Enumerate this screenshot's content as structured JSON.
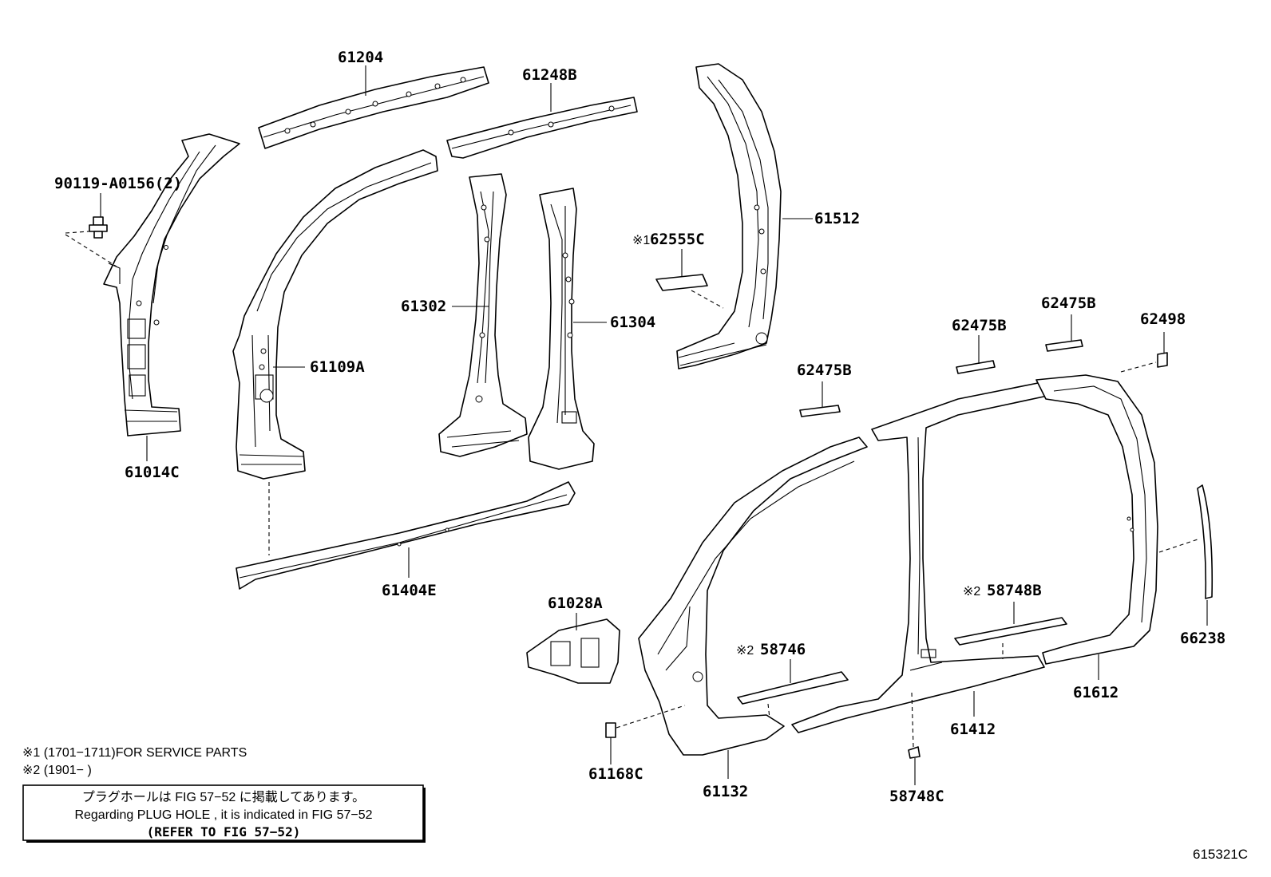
{
  "labels": {
    "p61204": "61204",
    "p61248B": "61248B",
    "p90119": "90119-A0156(2)",
    "p61512": "61512",
    "p62555C": "62555C",
    "p62555C_mark": "※1",
    "p61302": "61302",
    "p61304": "61304",
    "p61109A": "61109A",
    "p61014C": "61014C",
    "p62475B_a": "62475B",
    "p62475B_b": "62475B",
    "p62475B_c": "62475B",
    "p62498": "62498",
    "p61404E": "61404E",
    "p61028A": "61028A",
    "p58748B": "58748B",
    "p58748B_mark": "※2",
    "p58746": "58746",
    "p58746_mark": "※2",
    "p66238": "66238",
    "p61612": "61612",
    "p61412": "61412",
    "p61168C": "61168C",
    "p61132": "61132",
    "p58748C": "58748C"
  },
  "notes": {
    "note1": "※1 (1701−1711)FOR SERVICE PARTS",
    "note2": "※2 (1901−        )"
  },
  "box": {
    "line1": "プラグホールは FIG  57−52 に掲載してあります。",
    "line2": "Regarding  PLUG  HOLE , it is indicated in FIG  57−52",
    "line3": "(REFER TO FIG 57−52)"
  },
  "figure_id": "615321C"
}
